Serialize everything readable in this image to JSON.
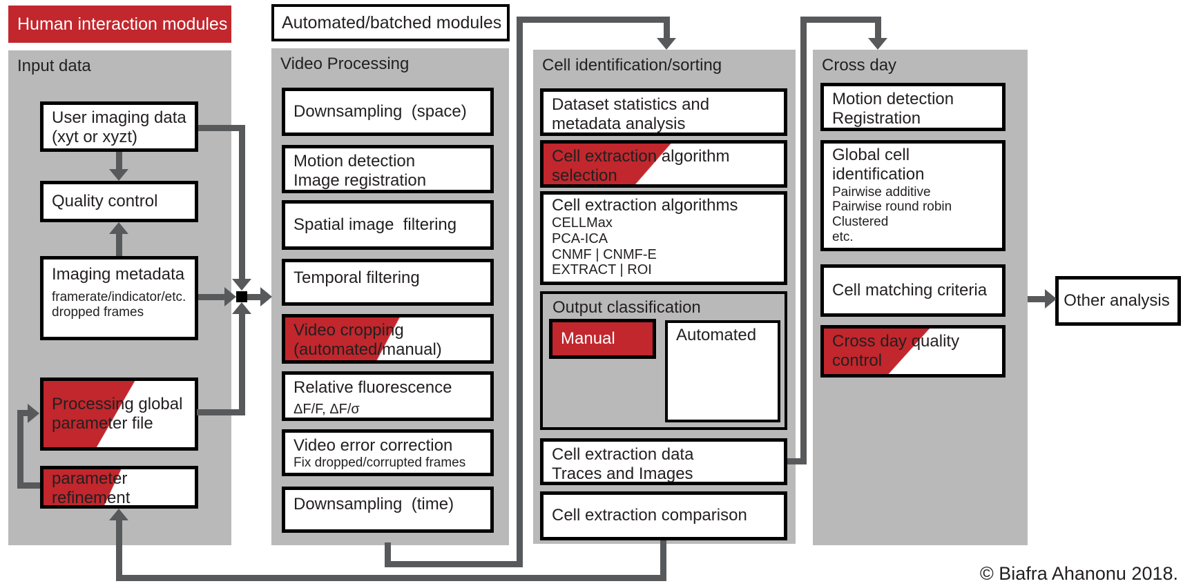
{
  "colors": {
    "accent_red": "#c1272d",
    "panel_gray": "#b9b9b9",
    "arrow_gray": "#58595b",
    "border_black": "#000000",
    "text": "#231f20",
    "white": "#ffffff"
  },
  "legend": {
    "human": "Human interaction modules",
    "automated": "Automated/batched modules"
  },
  "input": {
    "title": "Input data",
    "user_imaging": {
      "l1": "User imaging data",
      "l2": "(xyt or xyzt)"
    },
    "quality": {
      "l1": "Quality control"
    },
    "metadata": {
      "l1": "Imaging metadata",
      "sub1": "framerate/indicator/etc.",
      "sub2": "dropped frames"
    },
    "param_file": {
      "l1": "Processing global",
      "l2": "parameter file"
    },
    "param_refine": {
      "l1": "parameter",
      "l2": "refinement"
    }
  },
  "video": {
    "title": "Video Processing",
    "downsample_space": {
      "l1": "Downsampling  (space)"
    },
    "motion": {
      "l1": "Motion detection",
      "l2": "Image registration"
    },
    "spatial": {
      "l1": "Spatial image  filtering"
    },
    "temporal": {
      "l1": "Temporal filtering"
    },
    "cropping": {
      "l1": "Video cropping",
      "l2": "(automated/manual)"
    },
    "rel_fluorescence": {
      "l1": "Relative fluorescence",
      "sub1": "ΔF/F, ΔF/σ"
    },
    "error_correction": {
      "l1": "Video error correction",
      "sub1": "Fix dropped/corrupted frames"
    },
    "downsample_time": {
      "l1": "Downsampling  (time)"
    }
  },
  "cell_id": {
    "title": "Cell identification/sorting",
    "dataset_stats": {
      "l1": "Dataset statistics and",
      "l2": "metadata analysis"
    },
    "algo_selection": {
      "l1": "Cell extraction algorithm",
      "l2": "selection"
    },
    "algorithms": {
      "l1": "Cell extraction algorithms",
      "items": [
        "CELLMax",
        "PCA-ICA",
        "CNMF | CNMF-E",
        "EXTRACT | ROI"
      ]
    },
    "output_class": {
      "title": "Output classification",
      "manual": "Manual",
      "automated": "Automated"
    },
    "extraction_data": {
      "l1": "Cell extraction data",
      "l2": "Traces and Images"
    },
    "comparison": {
      "l1": "Cell extraction comparison"
    }
  },
  "cross_day": {
    "title": "Cross day",
    "motion": {
      "l1": "Motion detection",
      "l2": "Registration"
    },
    "global_id": {
      "l1": "Global cell",
      "l2": "identification",
      "items": [
        "Pairwise additive",
        "Pairwise round robin",
        "Clustered",
        "etc."
      ]
    },
    "matching": {
      "l1": "Cell matching criteria"
    },
    "quality": {
      "l1": "Cross day quality",
      "l2": "control"
    }
  },
  "other_analysis": {
    "l1": "Other analysis"
  },
  "footer": {
    "copyright": "© Biafra Ahanonu 2018."
  }
}
